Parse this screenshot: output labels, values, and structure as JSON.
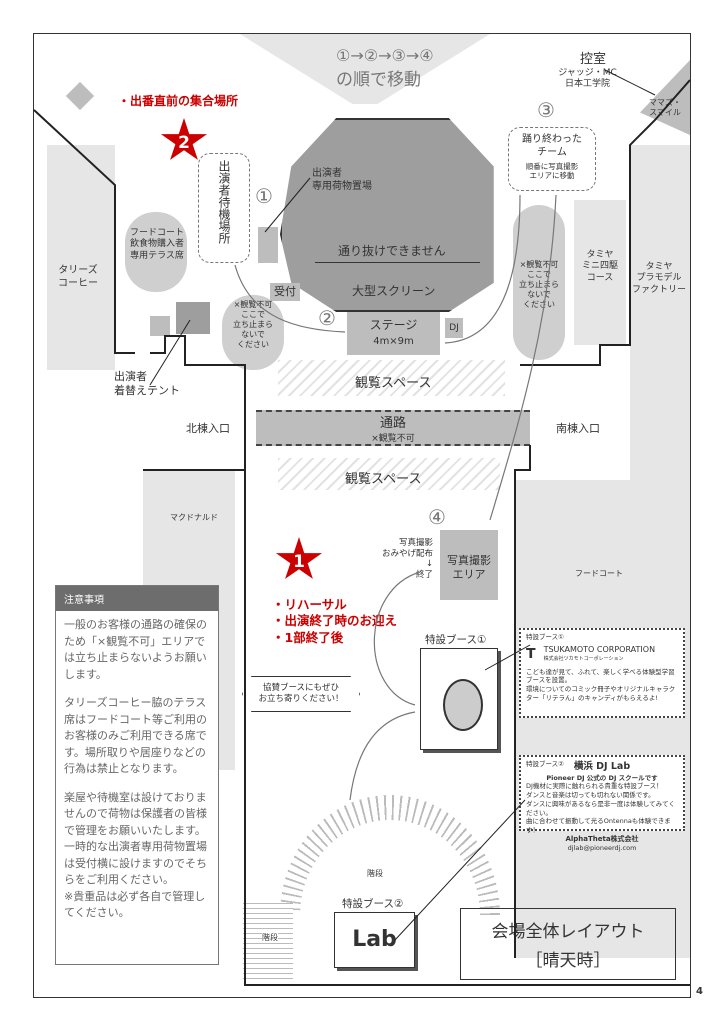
{
  "page_number": "4",
  "flow": {
    "line1": "①→②→③→④",
    "line2": "の順で移動"
  },
  "assembly": {
    "label": "・出番直前の集合場所",
    "star": "2"
  },
  "waiting_area": "出演者待機場所",
  "luggage": "出演者\n専用荷物置場",
  "no_pass": "通り抜けできません",
  "screen": "大型スクリーン",
  "reception": "受付",
  "stage": {
    "name": "ステージ",
    "size": "4m×9m",
    "dj": "DJ"
  },
  "no_stop": "×観覧不可\nここで\n立ち止まら\nないで\nください",
  "food_terrace": "フードコート\n飲食物購入者\n専用テラス席",
  "tullys": "タリーズ\nコーヒー",
  "tent": "出演者\n着替えテント",
  "green_room": {
    "title": "控室",
    "sub": "ジャッジ・MC\n日本工学院"
  },
  "mamas": "ママズ・\nスマイル",
  "team_done": {
    "title": "踊り終わった\nチーム",
    "sub": "順番に写真撮影\nエリアに移動"
  },
  "mini4wd": "タミヤ\nミニ四駆\nコース",
  "plamodel": "タミヤ\nプラモデル\nファクトリー",
  "viewing": "観覧スペース",
  "passage": {
    "title": "通路",
    "sub": "×観覧不可"
  },
  "north": "北棟入口",
  "south": "南棟入口",
  "mcdonalds": "マクドナルド",
  "foodcourt": "フードコート",
  "circles": [
    "①",
    "②",
    "③",
    "④"
  ],
  "photo": {
    "area": "写真撮影\nエリア",
    "steps": "写真撮影\nおみやげ配布\n↓\n終了"
  },
  "meeting1": {
    "star": "1",
    "items": [
      "・リハーサル",
      "・出演終了時のお迎え",
      "・1部終了後"
    ]
  },
  "sponsor_bubble": "協賛ブースにもぜひ\nお立ち寄りください！",
  "booth1": {
    "label": "特設ブース①",
    "box_title": "特設ブース①",
    "company": "TSUKAMOTO CORPORATION",
    "company_jp": "株式会社ツカモトコーポレーション",
    "text": "こども達が見て、ふれて、楽しく学べる体験型学習ブースを設置。\n環境についてのコミック冊子やオリジナルキャラクター「リテラん」のキャンディがもらえるよ!"
  },
  "booth2": {
    "label": "特設ブース②",
    "box_title": "特設ブース②",
    "name": "横浜 DJ Lab",
    "sub": "Pioneer DJ 公式の DJ スクールです",
    "text": "DJ機材に実際に触れられる貴重な特設ブース！\nダンスと音楽は切っても切れない関係です。\nダンスに興味があるなら是非一度は体験してみてください。\n曲に合わせて振動して光るOntennaも体験できます！",
    "company": "AlphaTheta株式会社",
    "email": "djlab@pioneerdj.com",
    "logo": "Lab"
  },
  "stairs": "階段",
  "notice": {
    "title": "注意事項",
    "paragraphs": [
      "一般のお客様の通路の確保のため「×観覧不可」エリアでは立ち止まらないようお願いします。",
      "タリーズコーヒー脇のテラス席はフードコート等ご利用のお客様のみご利用できる席です。場所取りや居座りなどの行為は禁止となります。",
      "楽屋や待機室は設けておりませんので荷物は保護者の皆様で管理をお願いいたします。\n一時的な出演者専用荷物置場は受付横に設けますのでそちらをご利用ください。\n※貴重品は必ず各自で管理してください。"
    ]
  },
  "layout_title": {
    "main": "会場全体レイアウト",
    "sub": "［晴天時］"
  }
}
